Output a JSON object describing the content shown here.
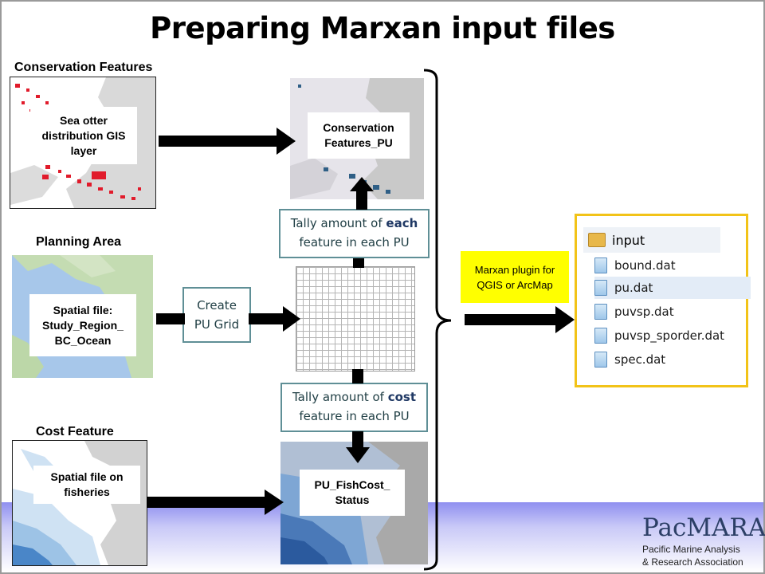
{
  "title": "Preparing Marxan input files",
  "sections": {
    "conservation": "Conservation Features",
    "planning": "Planning Area",
    "cost": "Cost Feature"
  },
  "layer_labels": {
    "sea_otter": "Sea otter distribution GIS layer",
    "spatial_study": "Spatial file: Study_Region_ BC_Ocean",
    "spatial_fisheries": "Spatial file on fisheries",
    "conservation_pu": "Conservation Features_PU",
    "fishcost_pu": "PU_FishCost_ Status"
  },
  "steps": {
    "create_grid": "Create PU Grid",
    "tally_each": {
      "pre": "Tally amount of ",
      "key": "each",
      "post": "feature in each PU"
    },
    "tally_cost": {
      "pre": "Tally amount of ",
      "key": "cost",
      "post": "feature in each PU"
    }
  },
  "plugin_note": "Marxan plugin for QGIS or ArcMap",
  "explorer": {
    "folder": "input",
    "files": [
      "bound.dat",
      "pu.dat",
      "puvsp.dat",
      "puvsp_sporder.dat",
      "spec.dat"
    ],
    "selected": "pu.dat"
  },
  "logo": {
    "name": "PacMARA",
    "line1": "Pacific Marine Analysis",
    "line2": "& Research Association"
  },
  "colors": {
    "arrow": "#000000",
    "step_border": "#5f8f96",
    "highlight_yellow": "#ffff00",
    "explorer_border": "#f2c318"
  },
  "icons": [
    "arrow-right-icon",
    "arrow-up-icon",
    "arrow-down-icon",
    "bracket-icon",
    "folder-icon",
    "file-icon"
  ]
}
